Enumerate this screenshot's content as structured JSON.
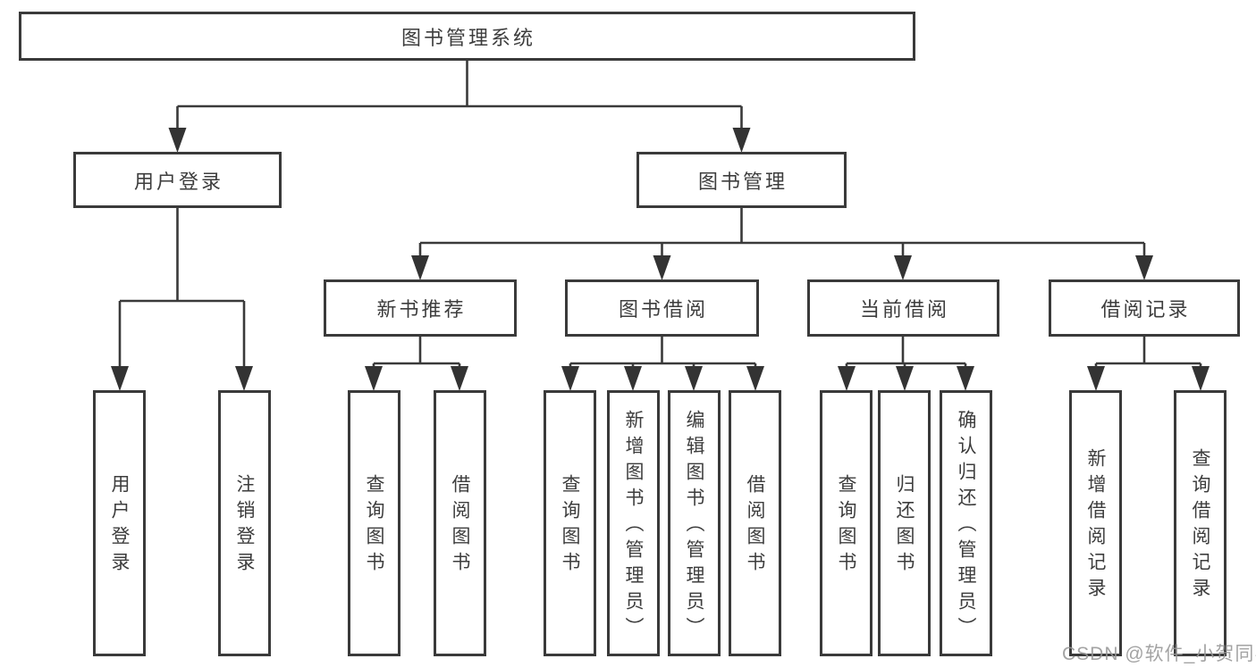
{
  "diagram": {
    "watermark": "CSDN @软件_小贺同学",
    "colors": {
      "line": "#3a3a3a",
      "border": "#3a3a3a",
      "text": "#3d3d3d",
      "background": "#ffffff",
      "watermark": "#969696"
    },
    "root": {
      "label": "图书管理系统"
    },
    "branches": [
      {
        "label": "用户登录",
        "children": [
          {
            "label": "用户登录"
          },
          {
            "label": "注销登录"
          }
        ]
      },
      {
        "label": "图书管理",
        "children": [
          {
            "label": "新书推荐",
            "children": [
              {
                "label": "查询图书"
              },
              {
                "label": "借阅图书"
              }
            ]
          },
          {
            "label": "图书借阅",
            "children": [
              {
                "label": "查询图书"
              },
              {
                "label": "新增图书（管理员）"
              },
              {
                "label": "编辑图书（管理员）"
              },
              {
                "label": "借阅图书"
              }
            ]
          },
          {
            "label": "当前借阅",
            "children": [
              {
                "label": "查询图书"
              },
              {
                "label": "归还图书"
              },
              {
                "label": "确认归还（管理员）"
              }
            ]
          },
          {
            "label": "借阅记录",
            "children": [
              {
                "label": "新增借阅记录"
              },
              {
                "label": "查询借阅记录"
              }
            ]
          }
        ]
      }
    ]
  }
}
